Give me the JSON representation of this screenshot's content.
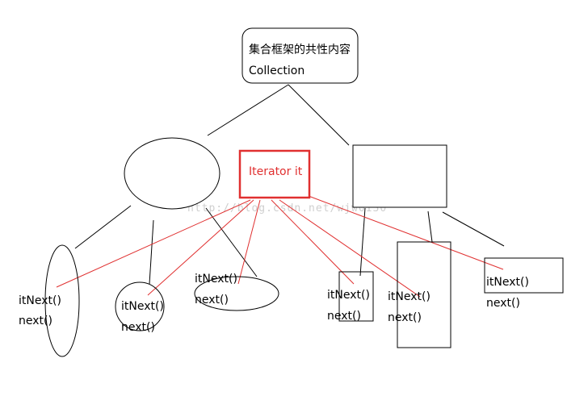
{
  "root": {
    "line1": "集合框架的共性内容",
    "line2": "Collection"
  },
  "iterator": {
    "label": "Iterator it",
    "color": "#e03030"
  },
  "watermark": "http://blog.csdn.net/wjw0130",
  "nodes": [
    {
      "id": "tall-ellipse",
      "method1": "itNext()",
      "method2": "next()"
    },
    {
      "id": "small-circle",
      "method1": "itNext()",
      "method2": "next()"
    },
    {
      "id": "flat-ellipse",
      "method1": "itNext()",
      "method2": "next()"
    },
    {
      "id": "small-rect",
      "method1": "itNext()",
      "method2": "next()"
    },
    {
      "id": "tall-rect",
      "method1": "itNext()",
      "method2": "next()"
    },
    {
      "id": "wide-rect",
      "method1": "itNext()",
      "method2": "next()"
    }
  ],
  "colors": {
    "line": "#000000",
    "iterator_line": "#e03030"
  }
}
